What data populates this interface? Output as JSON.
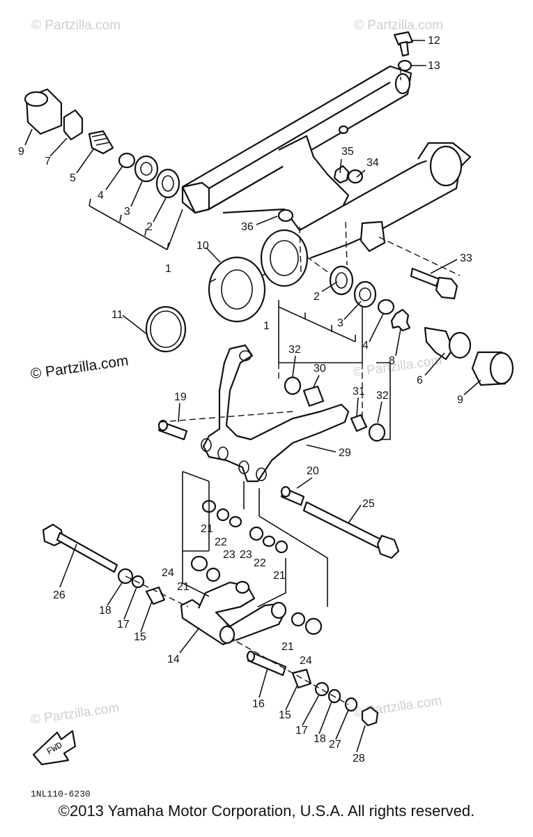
{
  "watermarks": {
    "text": "© Partzilla.com",
    "prominent_text": "© Partzilla.com"
  },
  "diagram_code": "1NL110-6230",
  "front_arrow_label": "FWD",
  "copyright": "©2013  Yamaha Motor Corporation, U.S.A. All rights reserved.",
  "callouts": [
    "12",
    "13",
    "9",
    "7",
    "5",
    "4",
    "3",
    "2",
    "1",
    "35",
    "34",
    "36",
    "10",
    "33",
    "2",
    "3",
    "4",
    "8",
    "1",
    "11",
    "6",
    "9",
    "32",
    "30",
    "31",
    "32",
    "19",
    "29",
    "20",
    "25",
    "21",
    "22",
    "23",
    "23",
    "22",
    "21",
    "24",
    "21",
    "26",
    "18",
    "17",
    "15",
    "14",
    "21",
    "24",
    "16",
    "15",
    "17",
    "18",
    "27",
    "28"
  ]
}
